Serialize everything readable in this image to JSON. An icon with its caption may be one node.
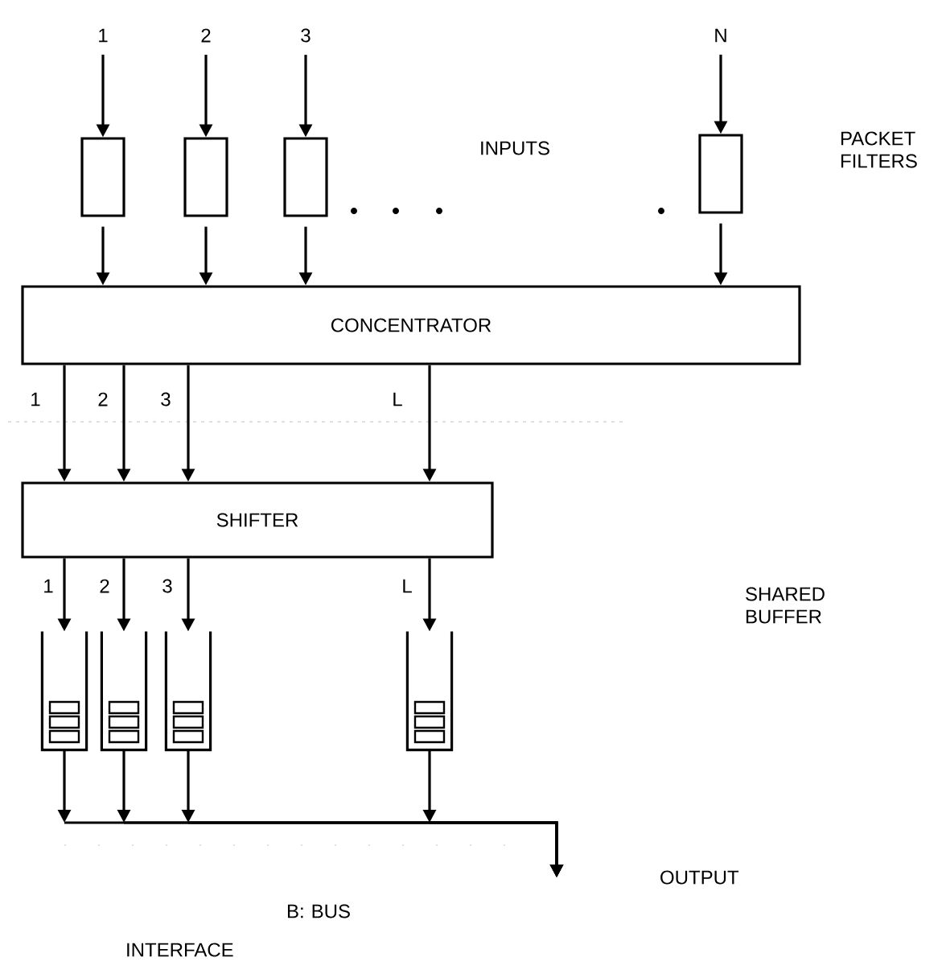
{
  "diagram": {
    "nodes": [
      {
        "text": [
          "1"
        ]
      },
      {
        "text": [
          "2"
        ]
      },
      {
        "text": [
          "3"
        ]
      },
      {
        "text": [
          "N"
        ]
      },
      {
        "text": [],
        "shape": "box"
      },
      {
        "text": [],
        "shape": "box"
      },
      {
        "text": [],
        "shape": "box"
      },
      {
        "text": [],
        "shape": "box"
      },
      {
        "text": [
          "CONCENTRATOR"
        ]
      },
      {
        "text": [
          "SHIFTER"
        ]
      },
      {
        "text": [],
        "shape": "queue"
      },
      {
        "text": [],
        "shape": "queue"
      },
      {
        "text": [],
        "shape": "queue"
      },
      {
        "text": [],
        "shape": "queue"
      }
    ],
    "edges": [
      {
        "from": 0,
        "to": 4,
        "arrow": "to"
      },
      {
        "from": 1,
        "to": 5,
        "arrow": "to"
      },
      {
        "from": 2,
        "to": 6,
        "arrow": "to"
      },
      {
        "from": 3,
        "to": 7,
        "arrow": "to"
      },
      {
        "from": 4,
        "to": 8,
        "arrow": "to"
      },
      {
        "from": 5,
        "to": 8,
        "arrow": "to"
      },
      {
        "from": 6,
        "to": 8,
        "arrow": "to"
      },
      {
        "from": 7,
        "to": 8,
        "arrow": "to"
      },
      {
        "from": 8,
        "to": 9,
        "arrow": "to",
        "label": "1"
      },
      {
        "from": 8,
        "to": 9,
        "arrow": "to",
        "label": "2"
      },
      {
        "from": 8,
        "to": 9,
        "arrow": "to",
        "label": "3"
      },
      {
        "from": 8,
        "to": 9,
        "arrow": "to",
        "label": "L"
      },
      {
        "from": 9,
        "to": 10,
        "arrow": "to",
        "label": "1"
      },
      {
        "from": 9,
        "to": 11,
        "arrow": "to",
        "label": "2"
      },
      {
        "from": 9,
        "to": 12,
        "arrow": "to",
        "label": "3"
      },
      {
        "from": 9,
        "to": 13,
        "arrow": "to",
        "label": "L"
      },
      {
        "from": 10,
        "to": null,
        "arrow": "to"
      },
      {
        "from": 11,
        "to": null,
        "arrow": "to"
      },
      {
        "from": 12,
        "to": null,
        "arrow": "to"
      },
      {
        "from": 13,
        "to": null,
        "arrow": "to"
      }
    ],
    "labels": [
      "INPUTS",
      "PACKET FILTERS",
      "SHARED BUFFER",
      "OUTPUT",
      "B: BUS",
      "INTERFACE"
    ]
  }
}
